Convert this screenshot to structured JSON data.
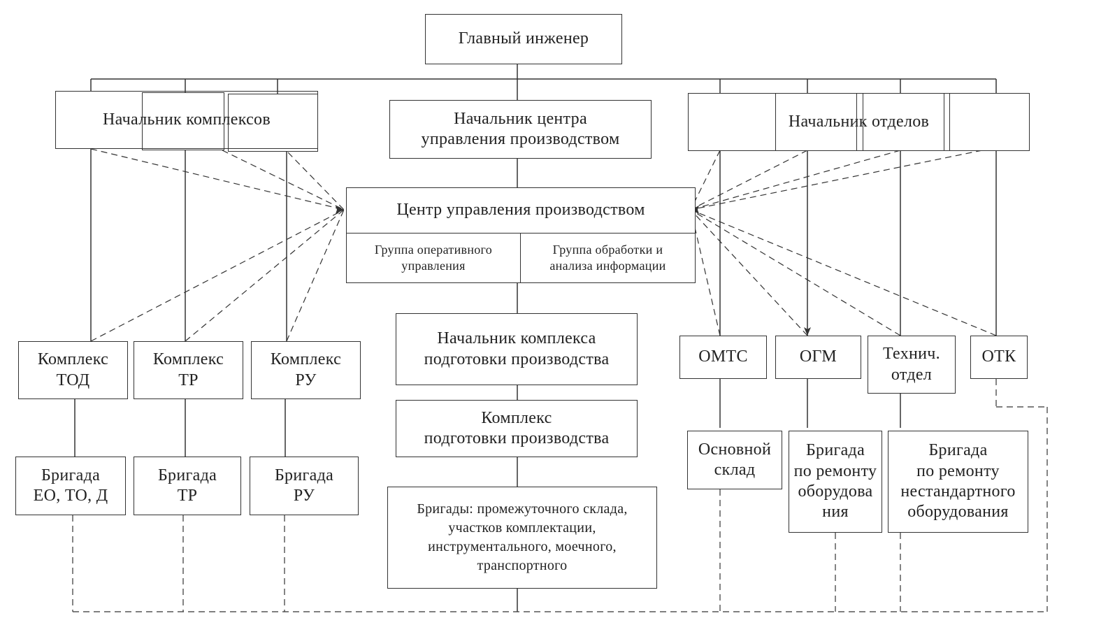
{
  "nodes": {
    "chief_engineer": "Главный инженер",
    "head_complexes": "Начальник комплексов",
    "head_pcc": "Начальник центра\nуправления производством",
    "head_departments": "Начальник отделов",
    "pcc": "Центр управления производством",
    "group_operational": "Группа оперативного\nуправления",
    "group_processing": "Группа обработки и\nанализа информации",
    "head_prep_complex": "Начальник комплекса\nподготовки производства",
    "prep_complex": "Комплекс\nподготовки производства",
    "brigades_prep": "Бригады: промежуточного склада,\nучастков комплектации,\nинструментального, моечного,\nтранспортного",
    "complex_tod": "Комплекс\nТОД",
    "complex_tr": "Комплекс\nТР",
    "complex_ru": "Комплекс\nРУ",
    "brigade_eo": "Бригада\nЕО, ТО, Д",
    "brigade_tr": "Бригада\nТР",
    "brigade_ru": "Бригада\nРУ",
    "omts": "ОМТС",
    "ogm": "ОГМ",
    "tech_dept": "Технич.\nотдел",
    "otk": "ОТК",
    "main_warehouse": "Основной\nсклад",
    "brigade_repair": "Бригада\nпо ремонту\nоборудова\nния",
    "brigade_nonstd": "Бригада\nпо ремонту\nнестандартного\nоборудования"
  }
}
